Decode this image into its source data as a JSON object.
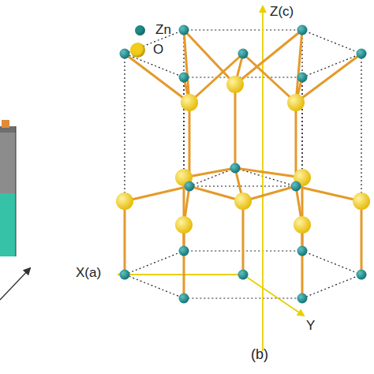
{
  "diagram": {
    "labels": [
      "Z(c)",
      "X(a)",
      "Y",
      "(b)"
    ],
    "legend": [
      {
        "text": "Zn",
        "color": "#1e8a8a"
      },
      {
        "text": "O",
        "color": "#f2cc1a"
      }
    ]
  }
}
